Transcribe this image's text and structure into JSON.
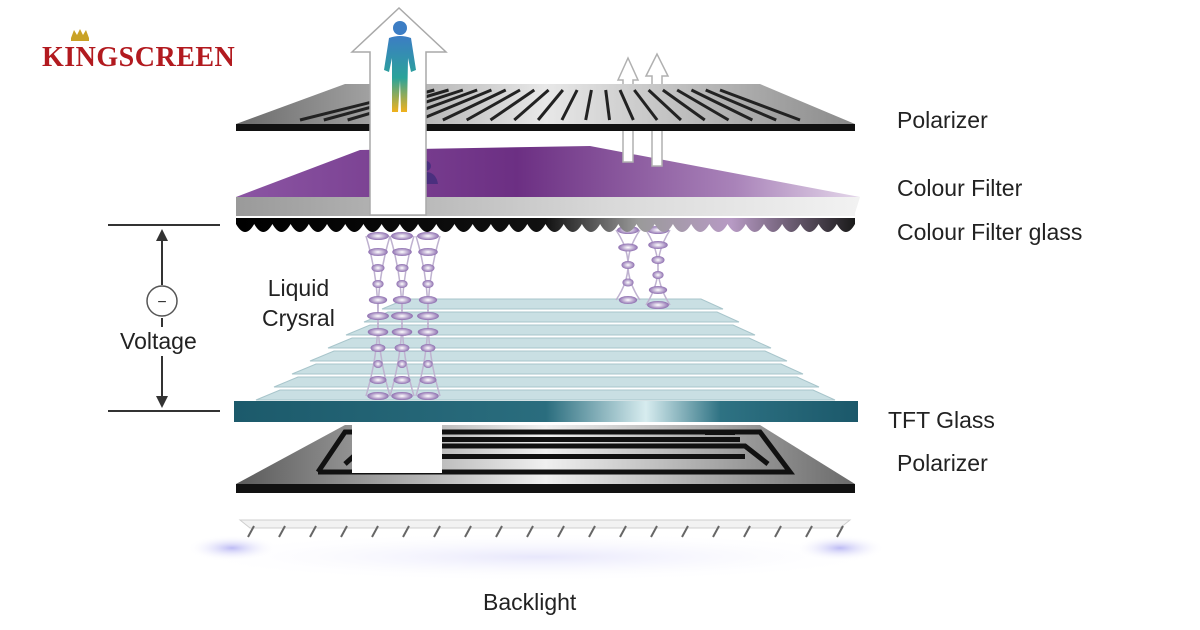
{
  "brand": {
    "logo_text": "KINGSCREEN"
  },
  "labels": {
    "polarizer_top": "Polarizer",
    "colour_filter": "Colour Filter",
    "colour_filter_glass": "Colour Filter glass",
    "liquid_crystal_line1": "Liquid",
    "liquid_crystal_line2": "Crysral",
    "voltage": "Voltage",
    "voltage_symbol": "−",
    "tft_glass": "TFT Glass",
    "polarizer_bottom": "Polarizer",
    "backlight": "Backlight"
  },
  "colors": {
    "brand": "#b21a1f",
    "colour_filter": "#7a3f8e",
    "tft_glass": "#1e5d6e",
    "liquid_crystal_ridges": "#c9dfe3",
    "backlight_glow": "#c9c8f6"
  },
  "icons": [
    "crown-icon",
    "person-icon",
    "up-arrow-icon"
  ]
}
